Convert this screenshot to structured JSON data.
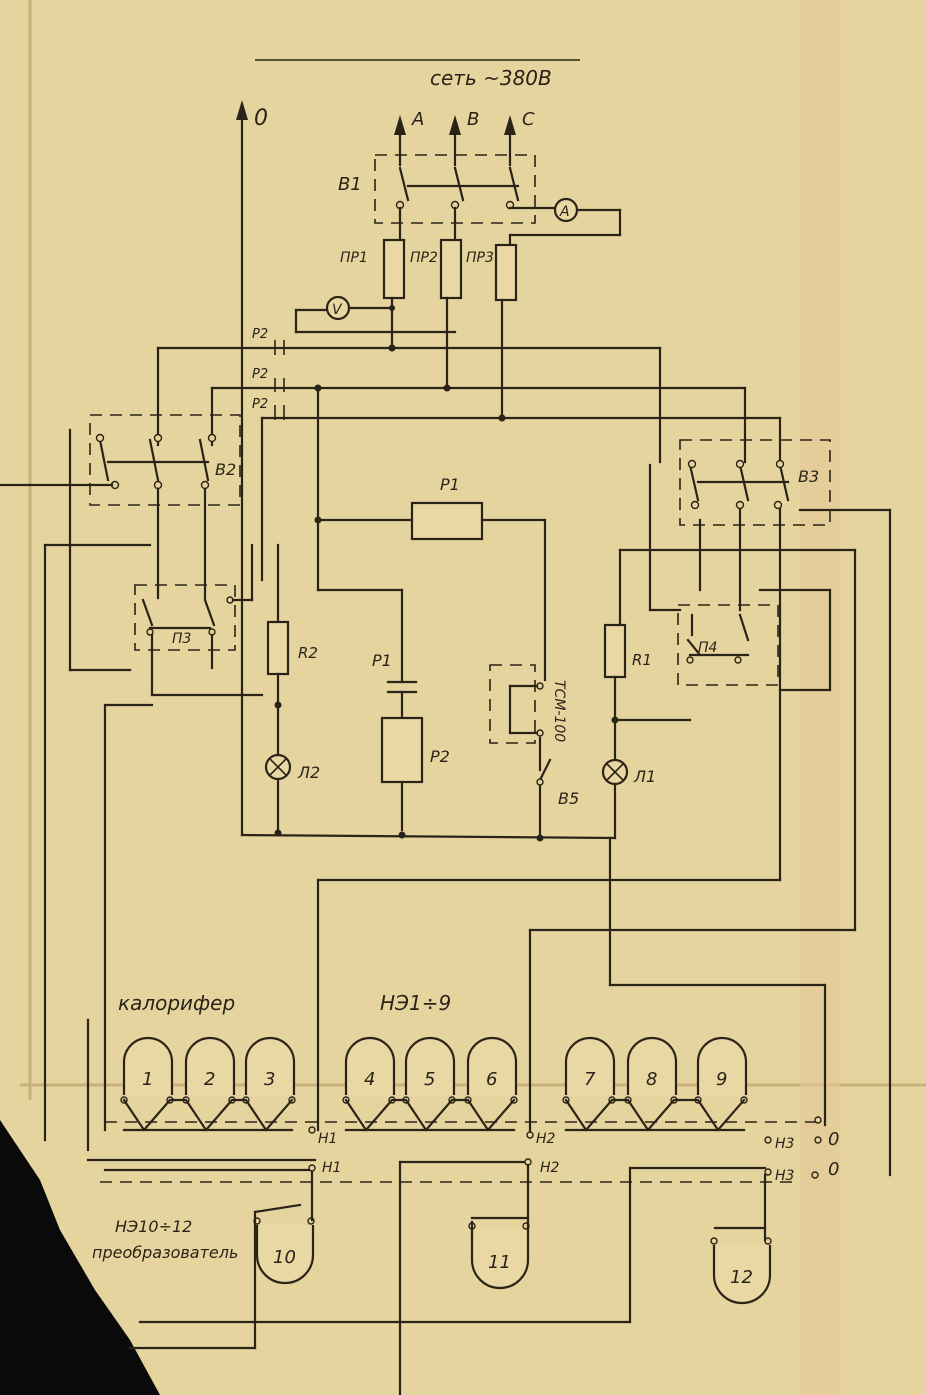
{
  "labels": {
    "supply": "сеть ~380В",
    "neutral": "0",
    "phase_a": "A",
    "phase_b": "B",
    "phase_c": "C",
    "breaker": "B1",
    "ammeter": "A",
    "voltmeter": "V",
    "fuse1": "ПР1",
    "fuse2": "ПР2",
    "fuse3": "ПР3",
    "p2_a": "P2",
    "p2_b": "P2",
    "p2_c": "P2",
    "switch_left": "B2",
    "switch_right": "B3",
    "starter_left": "П3",
    "starter_right": "П4",
    "relay_r1": "P1",
    "resistor_left": "R2",
    "resistor_right": "R1",
    "relay_contact": "P1",
    "relay_coil": "P2",
    "thermostat": "ТСМ-100",
    "switch_b5": "B5",
    "lamp_left": "Л2",
    "lamp_right": "Л1",
    "heater_group_title": "калорифер",
    "heater_group_range": "НЭ1÷9",
    "converter_range": "НЭ10÷12",
    "converter_title": "преобразователь",
    "n1_top": "Н1",
    "n2_top": "Н2",
    "n3_top": "Н3",
    "n1_bot": "Н1",
    "n2_bot": "Н2",
    "n3_bot": "Н3",
    "zero_top": "0",
    "zero_bot": "0"
  },
  "heaters": [
    "1",
    "2",
    "3",
    "4",
    "5",
    "6",
    "7",
    "8",
    "9"
  ],
  "converters": [
    "10",
    "11",
    "12"
  ],
  "colors": {
    "paper": "#e6d49f",
    "ink": "#2a2418",
    "background": "#0a0a0a"
  }
}
